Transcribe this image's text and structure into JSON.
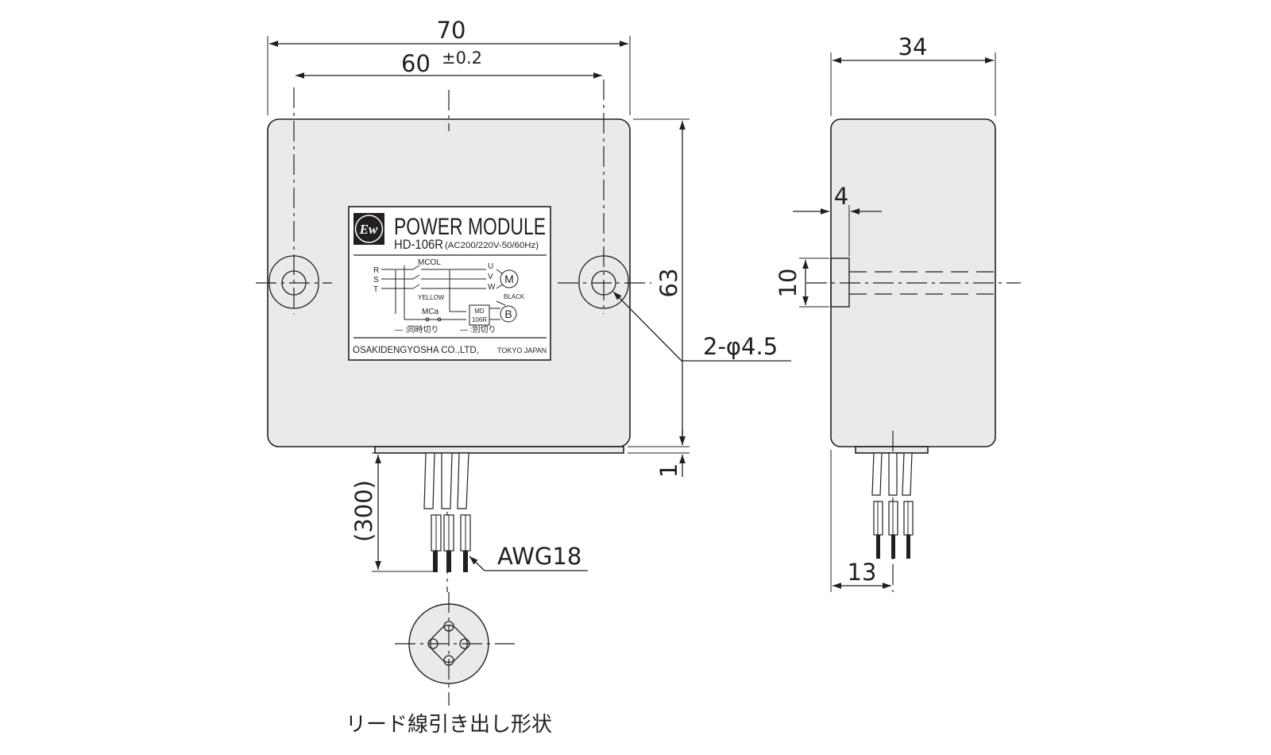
{
  "front_view": {
    "dim_width": "70",
    "dim_hole_pitch": "60",
    "dim_hole_pitch_tol": "±0.2",
    "dim_height": "63",
    "dim_bottom_offset": "1",
    "dim_hole_callout": "2-φ4.5",
    "dim_lead_length": "(300)",
    "lead_wire_gauge": "AWG18"
  },
  "side_view": {
    "dim_depth": "34",
    "dim_flange_thickness": "4",
    "dim_flange_height": "10",
    "dim_lead_offset": "13"
  },
  "nameplate": {
    "logo": "Ew",
    "title": "POWER MODULE",
    "model": "HD-106R",
    "rating": "(AC200/220V-50/60Hz)",
    "terminals_in": [
      "R",
      "S",
      "T"
    ],
    "terminals_out": [
      "U",
      "V",
      "W"
    ],
    "contactor_main": "MCOL",
    "contactor_aux": "MCa",
    "motor_symbol": "M",
    "brake_symbol": "B",
    "module_box_line1": "MD",
    "module_box_line2": "106R",
    "wire_yellow": "YELLOW",
    "wire_black": "BLACK",
    "legend_simultaneous": "— :同時切り",
    "legend_separate": "— :別切り",
    "maker": "OSAKIDENGYOSHA CO.,LTD,",
    "maker_location": "TOKYO JAPAN"
  },
  "lead_view_caption": "リード線引き出し形状"
}
